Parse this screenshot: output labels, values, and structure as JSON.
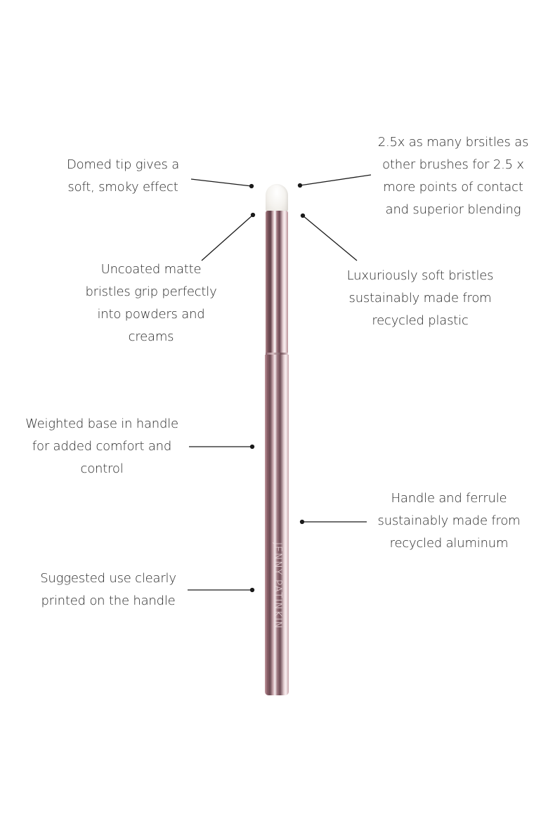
{
  "product": {
    "brand_text": "JENNY PATINKIN",
    "colors": {
      "background": "#ffffff",
      "text": "#2a2a2a",
      "line": "#1a1a1a",
      "handle_rose": "#b48a8f",
      "handle_dark": "#6b4a52",
      "bristles": "#f4f2ee"
    }
  },
  "callouts": [
    {
      "id": "domed-tip",
      "lines": [
        "Domed tip gives a",
        "soft, smoky effect"
      ]
    },
    {
      "id": "bristle-count",
      "lines": [
        "2.5x as many brsitles as",
        "other brushes for 2.5 x",
        "more points of contact",
        "and superior blending"
      ]
    },
    {
      "id": "matte-bristles",
      "lines": [
        "Uncoated matte",
        "bristles grip perfectly",
        "into powders and",
        "creams"
      ]
    },
    {
      "id": "soft-bristles",
      "lines": [
        "Luxuriously soft bristles",
        "sustainably made from",
        "recycled plastic"
      ]
    },
    {
      "id": "weighted-base",
      "lines": [
        "Weighted base in handle",
        "for added comfort and",
        "control"
      ]
    },
    {
      "id": "handle-ferrule",
      "lines": [
        "Handle and ferrule",
        "sustainably made from",
        "recycled aluminum"
      ]
    },
    {
      "id": "suggested-use",
      "lines": [
        "Suggested use clearly",
        "printed on the handle"
      ]
    }
  ]
}
